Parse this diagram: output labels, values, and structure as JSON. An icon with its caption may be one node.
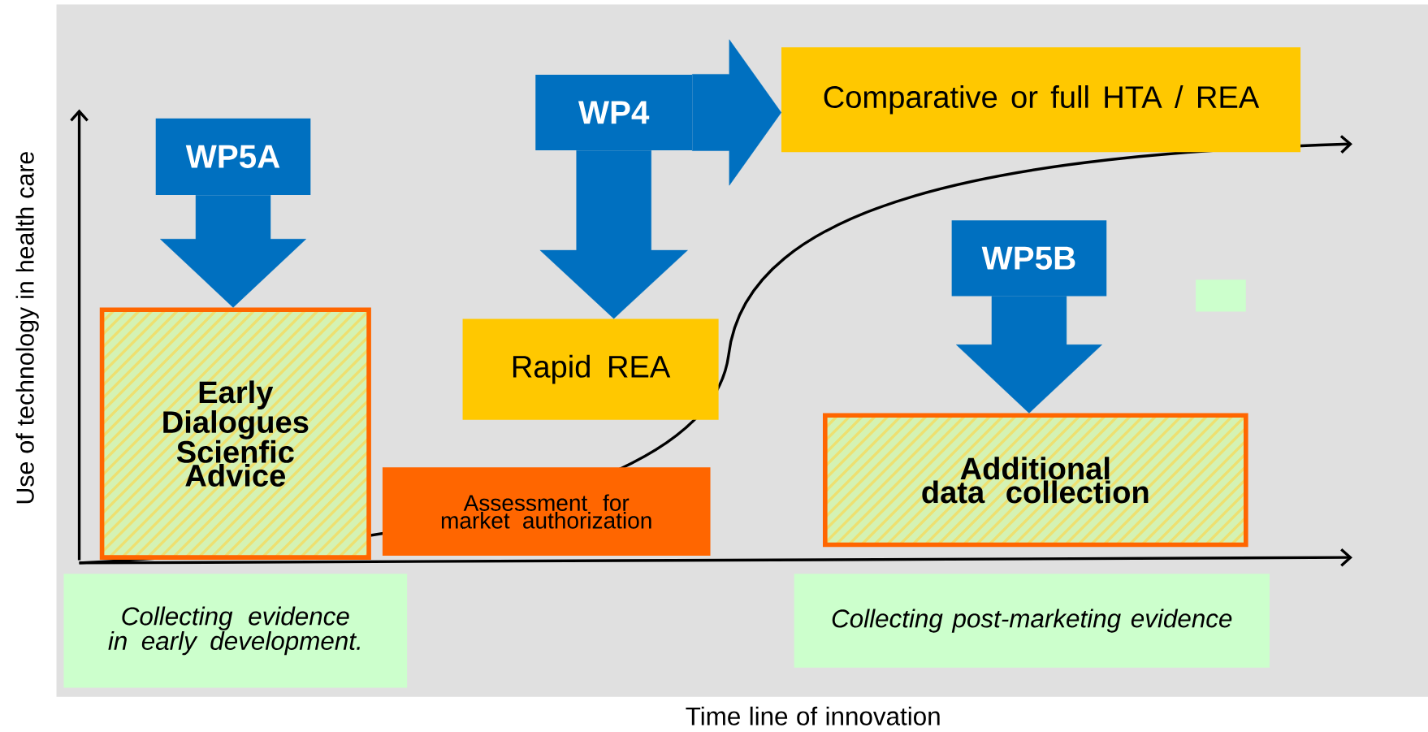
{
  "diagram": {
    "nodes": [
      {
        "text": [
          "WP5A"
        ]
      },
      {
        "text": [
          "Early Dialogues Scienfic Advice"
        ]
      },
      {
        "text": [
          "WP4"
        ]
      },
      {
        "text": [
          "Comparative or full HTA / REA"
        ]
      },
      {
        "text": [
          "Rapid REA"
        ]
      },
      {
        "text": [
          "Assessment for market authorization"
        ]
      },
      {
        "text": [
          "WP5B"
        ]
      },
      {
        "text": [],
        "shape": "box"
      },
      {
        "text": [
          "Additional data collection"
        ]
      },
      {
        "text": [
          "Collecting evidence in early development."
        ]
      },
      {
        "text": [
          "Collecting post-marketing evidence"
        ]
      }
    ],
    "edges": [
      {
        "from": 0,
        "to": 1,
        "arrow": "to"
      },
      {
        "from": 2,
        "to": 3,
        "arrow": "to"
      },
      {
        "from": 2,
        "to": 4,
        "arrow": "to"
      },
      {
        "from": 6,
        "to": 8,
        "arrow": "to"
      }
    ],
    "labels": [
      "Use of technology in health care",
      "Time line of innovation"
    ]
  }
}
